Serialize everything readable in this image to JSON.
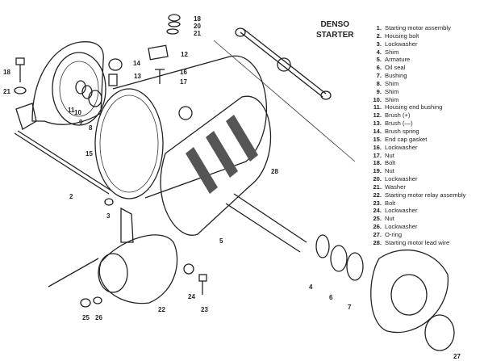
{
  "title": {
    "line1": "DENSO",
    "line2": "STARTER"
  },
  "legend": [
    {
      "num": "1.",
      "label": "Starting motor assembly"
    },
    {
      "num": "2.",
      "label": "Housing bolt"
    },
    {
      "num": "3.",
      "label": "Lockwasher"
    },
    {
      "num": "4.",
      "label": "Shim"
    },
    {
      "num": "5.",
      "label": "Armature"
    },
    {
      "num": "6.",
      "label": "Oil seal"
    },
    {
      "num": "7.",
      "label": "Bushing"
    },
    {
      "num": "8.",
      "label": "Shim"
    },
    {
      "num": "9.",
      "label": "Shim"
    },
    {
      "num": "10.",
      "label": "Shim"
    },
    {
      "num": "11.",
      "label": "Housing end bushing"
    },
    {
      "num": "12.",
      "label": "Brush (+)"
    },
    {
      "num": "13.",
      "label": "Brush (—)"
    },
    {
      "num": "14.",
      "label": "Brush spring"
    },
    {
      "num": "15.",
      "label": "End cap gasket"
    },
    {
      "num": "16.",
      "label": "Lockwasher"
    },
    {
      "num": "17.",
      "label": "Nut"
    },
    {
      "num": "18.",
      "label": "Bolt"
    },
    {
      "num": "19.",
      "label": "Nut"
    },
    {
      "num": "20.",
      "label": "Lockwasher"
    },
    {
      "num": "21.",
      "label": "Washer"
    },
    {
      "num": "22.",
      "label": "Starting motor relay assembly"
    },
    {
      "num": "23.",
      "label": "Bolt"
    },
    {
      "num": "24.",
      "label": "Lockwasher"
    },
    {
      "num": "25.",
      "label": "Nut"
    },
    {
      "num": "26.",
      "label": "Lockwasher"
    },
    {
      "num": "27.",
      "label": "O-ring"
    },
    {
      "num": "28.",
      "label": "Starting motor lead wire"
    }
  ],
  "callouts": [
    "18",
    "20",
    "21",
    "14",
    "13",
    "12",
    "16",
    "17",
    "18",
    "21",
    "11",
    "10",
    "9",
    "8",
    "15",
    "2",
    "3",
    "28",
    "5",
    "4",
    "6",
    "7",
    "22",
    "24",
    "23",
    "25",
    "26",
    "27"
  ]
}
